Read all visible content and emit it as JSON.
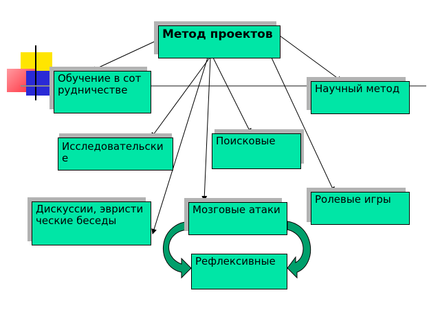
{
  "nodes": {
    "root": "Метод проектов",
    "cooperation": "Обучение в сотрудничестве",
    "scientific": "Научный метод",
    "research": "Исследовательские",
    "search": "Поисковые",
    "role": "Ролевые игры",
    "discussions": "Дискуссии, эвристические беседы",
    "brainstorm": "Мозговые атаки",
    "reflexive": "Рефлексивные"
  },
  "colors": {
    "box_fill": "#00e6a6",
    "shadow": "#b3b3b3",
    "cycle_arrow": "#009f6b",
    "deco_yellow": "#ffe500",
    "deco_red": "#ff2b3a",
    "deco_blue": "#2a2ad6"
  }
}
